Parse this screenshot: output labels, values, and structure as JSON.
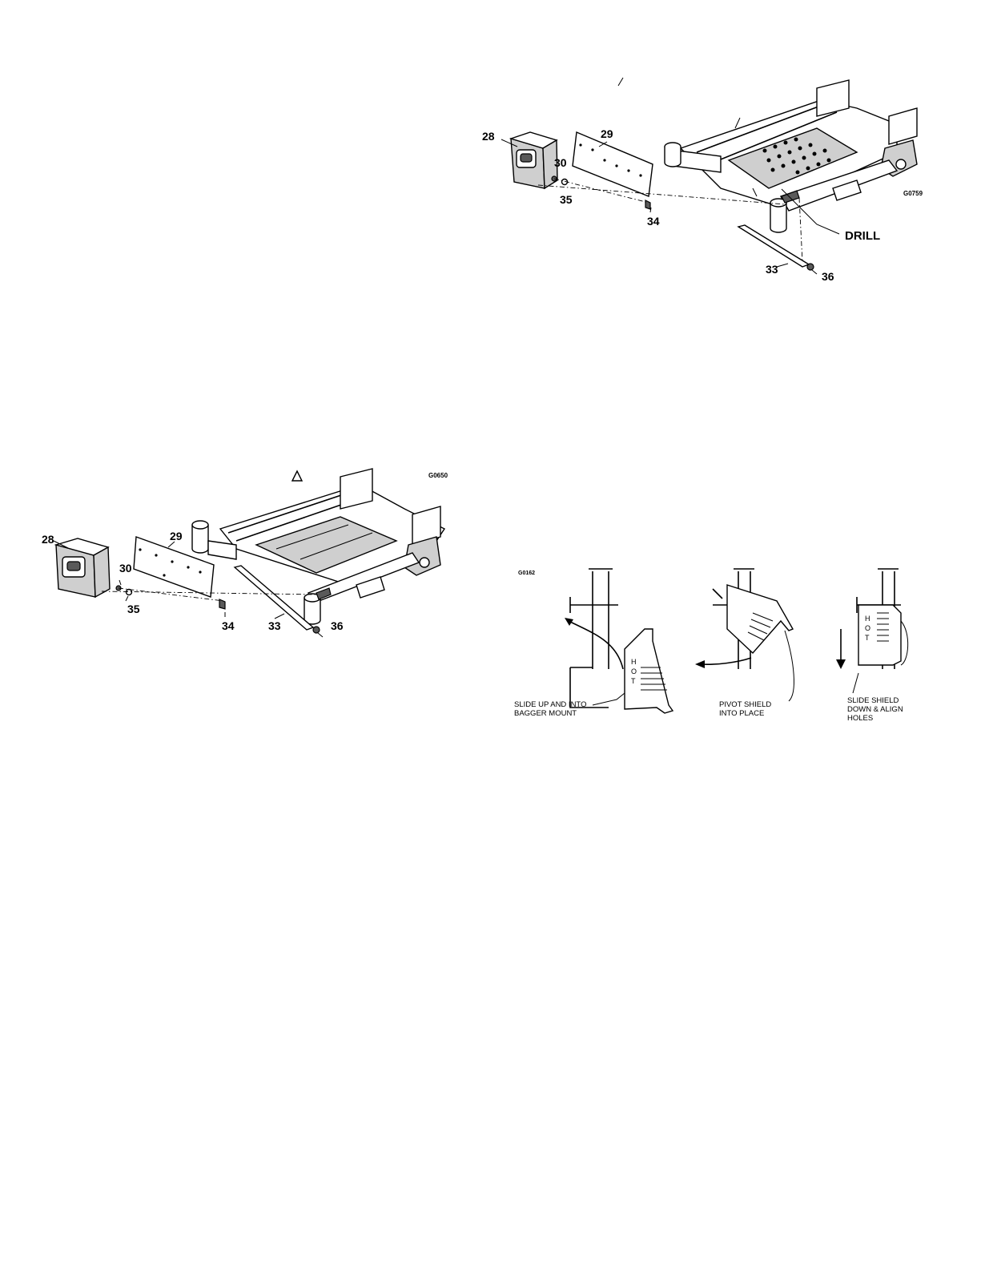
{
  "figure_top": {
    "id": "G0759",
    "callouts": [
      "28",
      "29",
      "30",
      "35",
      "34",
      "33",
      "36"
    ],
    "note": "DRILL"
  },
  "figure_left": {
    "id": "G0650",
    "callouts": [
      "28",
      "29",
      "30",
      "35",
      "34",
      "33",
      "36"
    ]
  },
  "figure_shield": {
    "id": "G0162",
    "shield_text": [
      "H",
      "O",
      "T"
    ],
    "steps": [
      {
        "line1": "SLIDE UP AND INTO",
        "line2": "BAGGER MOUNT",
        "line3": ""
      },
      {
        "line1": "PIVOT SHIELD",
        "line2": "INTO PLACE",
        "line3": ""
      },
      {
        "line1": "SLIDE SHIELD",
        "line2": "DOWN & ALIGN",
        "line3": "HOLES"
      }
    ]
  }
}
